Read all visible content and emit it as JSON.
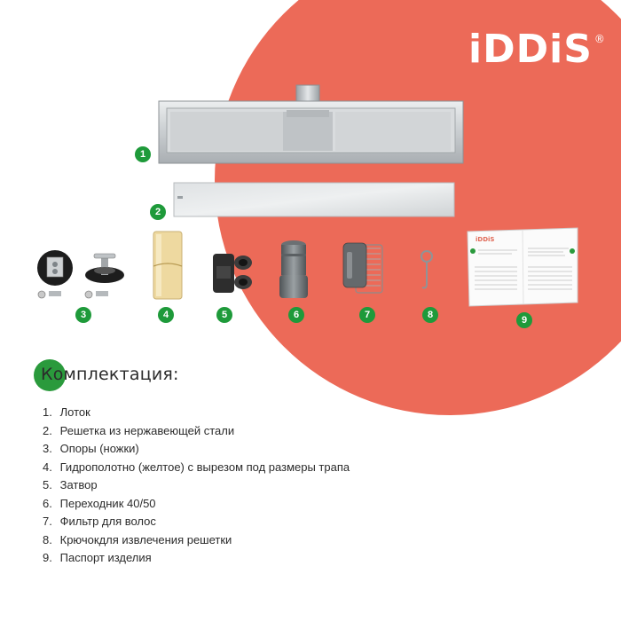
{
  "brand": {
    "logo_text": "iDDiS",
    "registered_mark": "®",
    "accent_color": "#ec6a58",
    "badge_color": "#1e9a3a"
  },
  "heading": "Комплектация:",
  "items": [
    {
      "num": "1.",
      "text": "Лоток",
      "icon": "drain-channel-icon"
    },
    {
      "num": "2.",
      "text": "Решетка из нержавеющей стали",
      "icon": "grate-icon"
    },
    {
      "num": "3.",
      "text": "Опоры (ножки)",
      "icon": "support-legs-icon"
    },
    {
      "num": "4.",
      "text": "Гидрополотно (желтое) с вырезом под размеры трапа",
      "icon": "waterproof-membrane-icon"
    },
    {
      "num": "5.",
      "text": "Затвор",
      "icon": "water-trap-icon"
    },
    {
      "num": "6.",
      "text": "Переходник 40/50",
      "icon": "adapter-pipe-icon"
    },
    {
      "num": "7.",
      "text": "Фильтр для волос",
      "icon": "hair-filter-icon"
    },
    {
      "num": "8.",
      "text": "Крючокдля извлечения решетки",
      "icon": "hook-icon"
    },
    {
      "num": "9.",
      "text": "Паспорт изделия",
      "icon": "manual-icon"
    }
  ],
  "badges": [
    "1",
    "2",
    "3",
    "4",
    "5",
    "6",
    "7",
    "8",
    "9"
  ],
  "manual_logo": "iDDiS"
}
